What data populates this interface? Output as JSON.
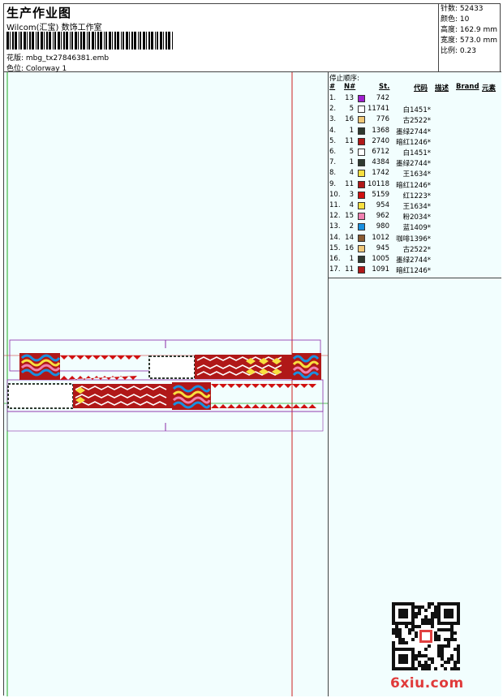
{
  "header": {
    "title": "生产作业图",
    "company": "Wilcom(汇宝) 数饰工作室",
    "design": "花版: mbg_tx27846381.emb",
    "colorway": "色位: Colorway 1"
  },
  "stats": {
    "stitches": "针数: 52433",
    "colors": "颜色: 10",
    "height": "高度: 162.9 mm",
    "width": "宽度: 573.0 mm",
    "scale": "比例: 0.23"
  },
  "stop_list": {
    "title": "停止顺序:",
    "headers": {
      "num": "#",
      "needle": "N#",
      "stitches": "St.",
      "code": "代码",
      "desc": "描述",
      "brand": "Brand",
      "elem": "元素"
    },
    "rows": [
      {
        "idx": "1.",
        "n": "13",
        "color": "#a020d0",
        "st": "742",
        "code": ""
      },
      {
        "idx": "2.",
        "n": "5",
        "color": "#ffffff",
        "st": "11741",
        "code": "白1451*"
      },
      {
        "idx": "3.",
        "n": "16",
        "color": "#f0c878",
        "st": "776",
        "code": "古2522*"
      },
      {
        "idx": "4.",
        "n": "1",
        "color": "#2f3a30",
        "st": "1368",
        "code": "墨绿2744*"
      },
      {
        "idx": "5.",
        "n": "11",
        "color": "#b01818",
        "st": "2740",
        "code": "暗红1246*"
      },
      {
        "idx": "6.",
        "n": "5",
        "color": "#ffffff",
        "st": "6712",
        "code": "白1451*"
      },
      {
        "idx": "7.",
        "n": "1",
        "color": "#2f3a30",
        "st": "4384",
        "code": "墨绿2744*"
      },
      {
        "idx": "8.",
        "n": "4",
        "color": "#f8e040",
        "st": "1742",
        "code": "王1634*"
      },
      {
        "idx": "9.",
        "n": "11",
        "color": "#b01818",
        "st": "10118",
        "code": "暗红1246*"
      },
      {
        "idx": "10.",
        "n": "3",
        "color": "#d01010",
        "st": "5159",
        "code": "红1223*"
      },
      {
        "idx": "11.",
        "n": "4",
        "color": "#f8e040",
        "st": "954",
        "code": "王1634*"
      },
      {
        "idx": "12.",
        "n": "15",
        "color": "#f080b0",
        "st": "962",
        "code": "粉2034*"
      },
      {
        "idx": "13.",
        "n": "2",
        "color": "#1890e0",
        "st": "980",
        "code": "蓝1409*"
      },
      {
        "idx": "14.",
        "n": "14",
        "color": "#8a5a30",
        "st": "1012",
        "code": "咖啡1396*"
      },
      {
        "idx": "15.",
        "n": "16",
        "color": "#f0c878",
        "st": "945",
        "code": "古2522*"
      },
      {
        "idx": "16.",
        "n": "1",
        "color": "#2f3a30",
        "st": "1005",
        "code": "墨绿2744*"
      },
      {
        "idx": "17.",
        "n": "11",
        "color": "#b01818",
        "st": "1091",
        "code": "暗红1246*"
      }
    ]
  },
  "watermark": {
    "site": "6xiu.com"
  },
  "colors": {
    "canvas_bg": "#f2fefe",
    "guide_green": "#22aa22",
    "guide_red": "#cc2020",
    "frame_purple": "#8a2aa8"
  }
}
